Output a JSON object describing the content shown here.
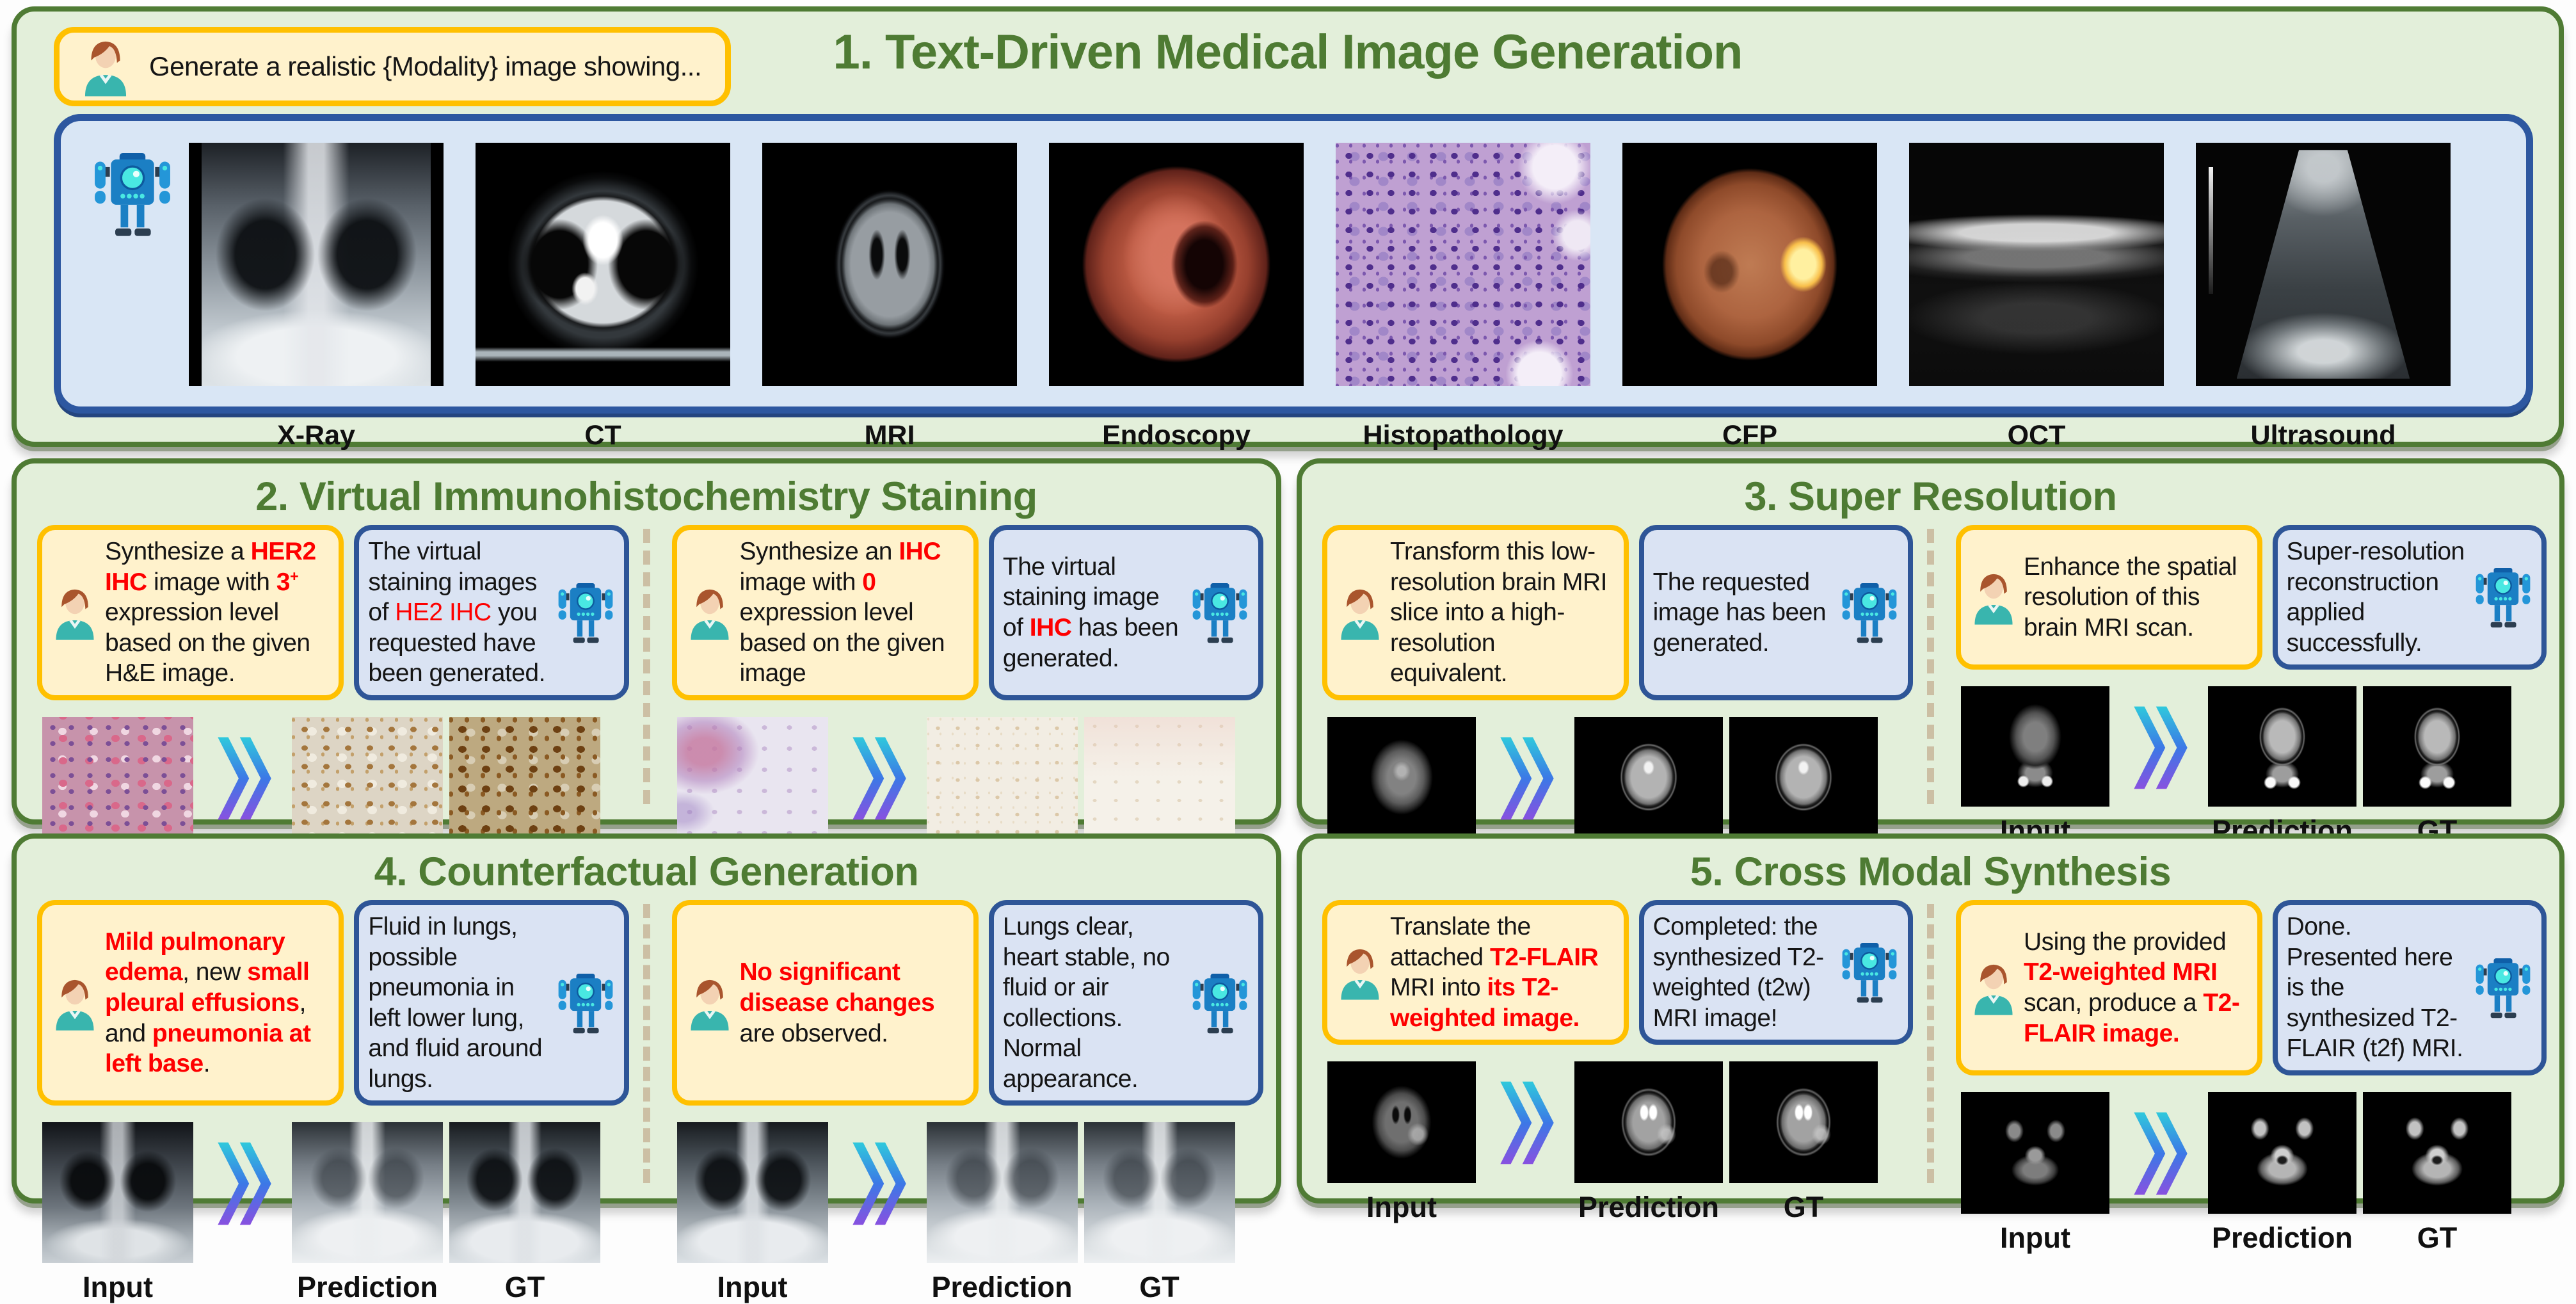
{
  "colors": {
    "panel_bg": "#e3efda",
    "panel_border": "#4f7b34",
    "title_green": "#4e7b33",
    "user_box_bg": "#fff2cc",
    "user_box_border": "#ffc000",
    "bot_box_bg": "#dae3f3",
    "bot_box_border": "#2e5597",
    "gallery_bg": "#d9e6f5",
    "gallery_border": "#2d57a0",
    "highlight_red": "#fe0000",
    "divider": "#ccbfa4",
    "arrow_gradient": [
      "#2fc9dc",
      "#3c78e6",
      "#8851e0"
    ]
  },
  "icons": {
    "user": "person-icon",
    "assistant": "robot-icon",
    "arrow": "double-chevron-arrow-icon"
  },
  "io_labels": {
    "input": "Input",
    "prediction": "Prediction",
    "gt": "GT"
  },
  "panel1": {
    "title": "1. Text-Driven Medical Image Generation",
    "prompt": "Generate a realistic {Modality} image showing...",
    "modalities": [
      "X-Ray",
      "CT",
      "MRI",
      "Endoscopy",
      "Histopathology",
      "CFP",
      "OCT",
      "Ultrasound"
    ]
  },
  "panels": [
    {
      "title": "2. Virtual Immunohistochemistry Staining",
      "episodes": [
        {
          "user": [
            {
              "t": "Synthesize a "
            },
            {
              "t": "HER2 IHC",
              "red": true,
              "bold": true
            },
            {
              "t": " image with "
            },
            {
              "t": "3",
              "red": true,
              "bold": true
            },
            {
              "t": "+",
              "red": true,
              "bold": true,
              "sup": true
            },
            {
              "t": " expression level based on the given H&E image."
            }
          ],
          "bot": [
            {
              "t": "The virtual staining images of "
            },
            {
              "t": "HE2 IHC",
              "red": true
            },
            {
              "t": " you requested have been generated."
            }
          ]
        },
        {
          "user": [
            {
              "t": "Synthesize an "
            },
            {
              "t": "IHC",
              "red": true,
              "bold": true
            },
            {
              "t": " image with "
            },
            {
              "t": "0",
              "red": true,
              "bold": true
            },
            {
              "t": " expression level based on the given image"
            }
          ],
          "bot": [
            {
              "t": "The virtual staining image of "
            },
            {
              "t": "IHC",
              "red": true,
              "bold": true
            },
            {
              "t": " has been generated."
            }
          ]
        }
      ]
    },
    {
      "title": "3. Super Resolution",
      "episodes": [
        {
          "user": [
            {
              "t": "Transform this low-resolution brain MRI slice into a high-resolution equivalent."
            }
          ],
          "bot": [
            {
              "t": "The requested image has been generated."
            }
          ]
        },
        {
          "user": [
            {
              "t": "Enhance the spatial resolution of this brain MRI scan."
            }
          ],
          "bot": [
            {
              "t": "Super-resolution reconstruction applied successfully."
            }
          ]
        }
      ]
    },
    {
      "title": "4. Counterfactual Generation",
      "episodes": [
        {
          "user": [
            {
              "t": "Mild pulmonary edema",
              "red": true,
              "bold": true
            },
            {
              "t": ", new "
            },
            {
              "t": "small pleural effusions",
              "red": true,
              "bold": true
            },
            {
              "t": ", and "
            },
            {
              "t": "pneumonia at left base",
              "red": true,
              "bold": true
            },
            {
              "t": "."
            }
          ],
          "bot": [
            {
              "t": "Fluid in lungs, possible pneumonia in left lower lung, and fluid around lungs."
            }
          ]
        },
        {
          "user": [
            {
              "t": "No significant disease changes",
              "red": true,
              "bold": true
            },
            {
              "t": " are observed."
            }
          ],
          "bot": [
            {
              "t": "Lungs clear, heart stable, no fluid or air collections. Normal appearance."
            }
          ]
        }
      ]
    },
    {
      "title": "5. Cross Modal Synthesis",
      "episodes": [
        {
          "user": [
            {
              "t": "Translate the attached "
            },
            {
              "t": "T2-FLAIR",
              "red": true,
              "bold": true
            },
            {
              "t": " MRI into "
            },
            {
              "t": "its T2-weighted image.",
              "red": true,
              "bold": true
            }
          ],
          "bot": [
            {
              "t": "Completed: the synthesized T2-weighted (t2w) MRI image!"
            }
          ]
        },
        {
          "user": [
            {
              "t": "Using the provided "
            },
            {
              "t": "T2-weighted MRI",
              "red": true,
              "bold": true
            },
            {
              "t": " scan, produce a "
            },
            {
              "t": "T2-FLAIR image.",
              "red": true,
              "bold": true
            }
          ],
          "bot": [
            {
              "t": "Done. Presented here is the synthesized T2-FLAIR (t2f) MRI."
            }
          ]
        }
      ]
    }
  ]
}
